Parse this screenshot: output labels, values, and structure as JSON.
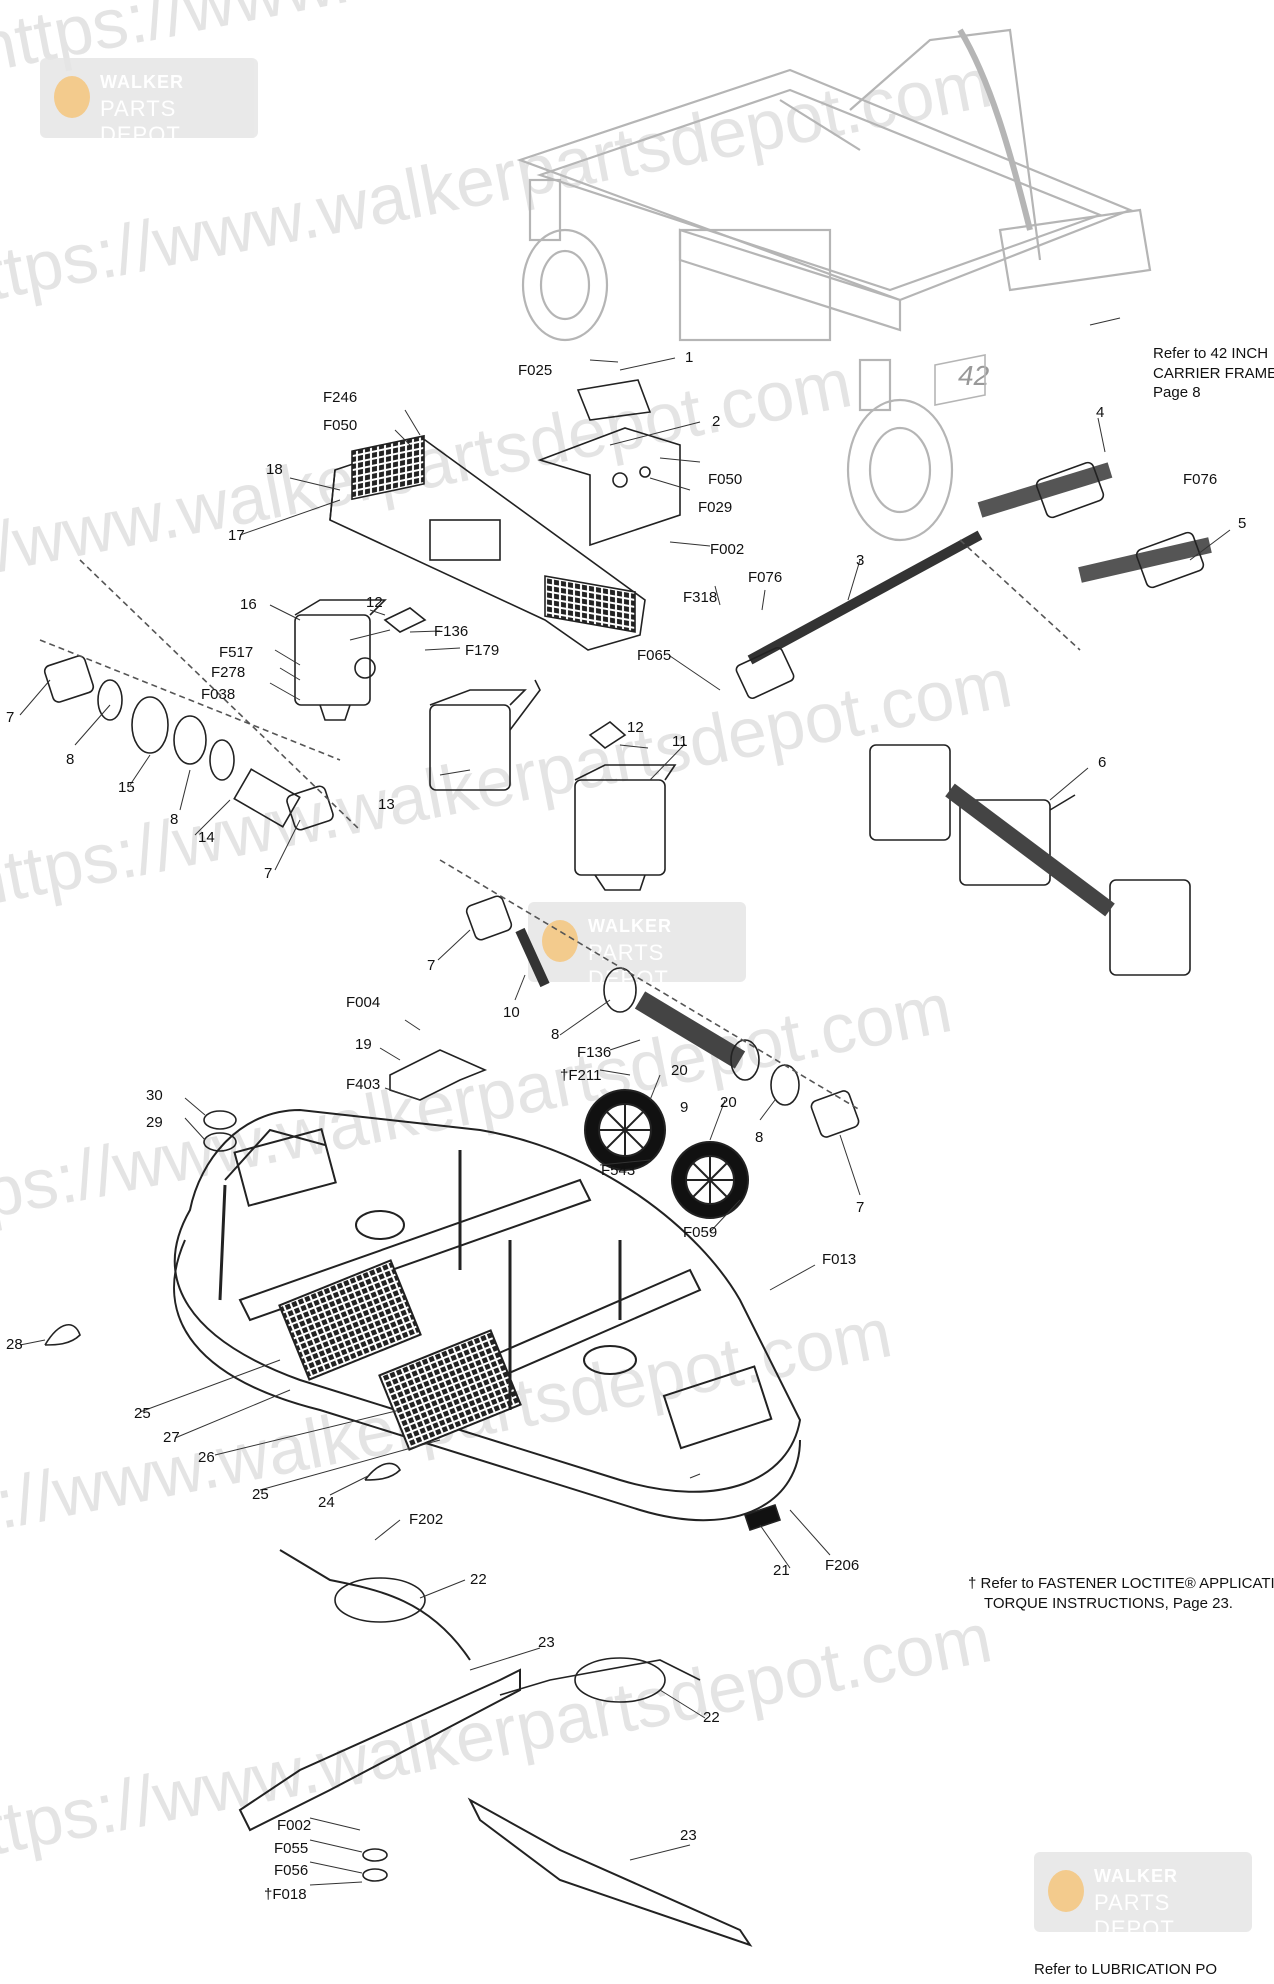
{
  "watermarks": {
    "url_text": "https://www.walkerpartsdepot.com",
    "badge_line1": "WALKER",
    "badge_line2": "PARTS DEPOT"
  },
  "notes": {
    "refer_frame_l1": "Refer to 42 INCH",
    "refer_frame_l2": "CARRIER FRAME A",
    "refer_frame_l3": "Page 8",
    "torque_l1": "† Refer to FASTENER LOCTITE® APPLICATION",
    "torque_l2": "TORQUE INSTRUCTIONS, Page 23.",
    "lubrication": "Refer to LUBRICATION PO"
  },
  "frame_badge": "42",
  "callouts": {
    "p1": "1",
    "p2": "2",
    "p3": "3",
    "p4": "4",
    "p5": "5",
    "p6": "6",
    "p7": "7",
    "p8": "8",
    "p9": "9",
    "p10": "10",
    "p11": "11",
    "p12": "12",
    "p13": "13",
    "p14": "14",
    "p15": "15",
    "p16": "16",
    "p17": "17",
    "p18": "18",
    "p19": "19",
    "p20": "20",
    "p21": "21",
    "p22": "22",
    "p23": "23",
    "p24": "24",
    "p25": "25",
    "p26": "26",
    "p27": "27",
    "p28": "28",
    "p29": "29",
    "p30": "30",
    "F002": "F002",
    "F004": "F004",
    "F013": "F013",
    "F018": "†F018",
    "F025": "F025",
    "F029": "F029",
    "F038": "F038",
    "F050": "F050",
    "F055": "F055",
    "F056": "F056",
    "F059": "F059",
    "F065": "F065",
    "F076": "F076",
    "F136": "F136",
    "F179": "F179",
    "F202": "F202",
    "F206": "F206",
    "F211": "†F211",
    "F246": "F246",
    "F278": "F278",
    "F318": "F318",
    "F403": "F403",
    "F517": "F517",
    "F543": "F543"
  }
}
